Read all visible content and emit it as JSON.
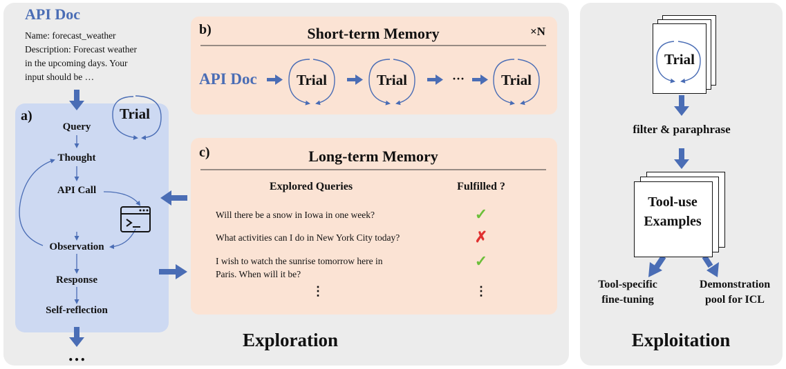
{
  "api_doc": {
    "title": "API Doc",
    "name_line": "Name: forecast_weather",
    "desc_line1": "Description: Forecast weather",
    "desc_line2": "in the upcoming days. Your",
    "desc_line3": "input should be …"
  },
  "trial_label": "Trial",
  "section_a": {
    "label": "a)",
    "steps": [
      "Query",
      "Thought",
      "API Call",
      "Observation",
      "Response",
      "Self-reflection"
    ],
    "ellipsis": "…"
  },
  "section_b": {
    "label": "b)",
    "title": "Short-term Memory",
    "repeat": "×N",
    "api_doc": "API Doc",
    "ellipsis": "···"
  },
  "section_c": {
    "label": "c)",
    "title": "Long-term Memory",
    "col_queries": "Explored Queries",
    "col_fulfilled": "Fulfilled ?",
    "rows": [
      {
        "query_line1": "Will there be a snow in Iowa in one week?",
        "query_line2": "",
        "fulfilled": "✓"
      },
      {
        "query_line1": "What activities can I do in New York City today?",
        "query_line2": "",
        "fulfilled": "✗"
      },
      {
        "query_line1": "I wish to watch the sunrise tomorrow here in",
        "query_line2": "Paris. When will it be?",
        "fulfilled": "✓"
      }
    ],
    "vdots": "⋮"
  },
  "exploration_label": "Exploration",
  "exploitation": {
    "label": "Exploitation",
    "filter_label": "filter & paraphrase",
    "examples_line1": "Tool-use",
    "examples_line2": "Examples",
    "out1_line1": "Tool-specific",
    "out1_line2": "fine-tuning",
    "out2_line1": "Demonstration",
    "out2_line2": "pool for ICL"
  },
  "colors": {
    "blue_accent": "#4a6db5",
    "panel_gray": "#ececec",
    "box_blue": "#cdd9f2",
    "box_orange": "#fbe3d4",
    "check_green": "#6cbf3a",
    "cross_red": "#e03030"
  }
}
